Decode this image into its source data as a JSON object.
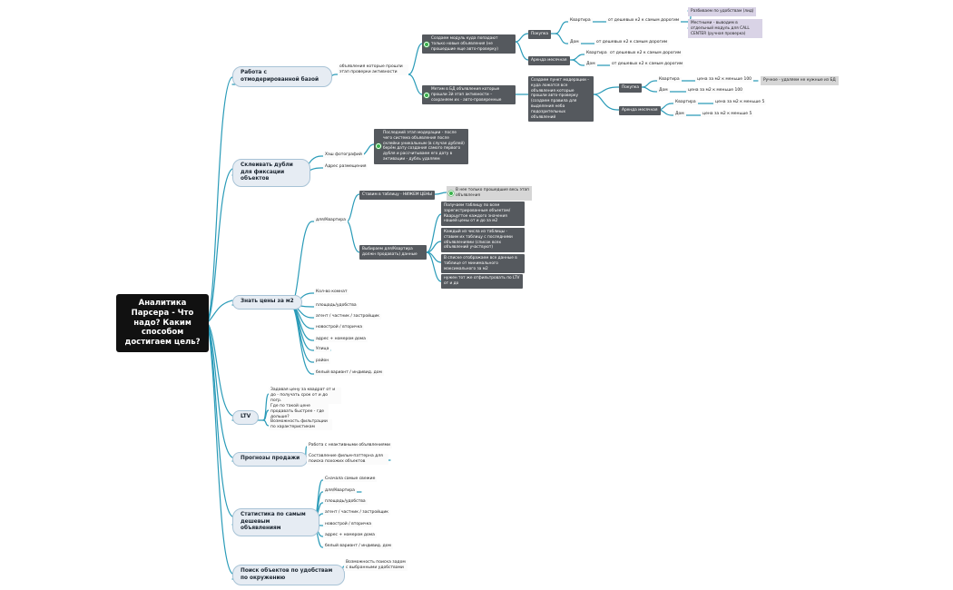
{
  "root": "Аналитика Парсера - Что надо? Каким способом достигаем цель?",
  "branches": {
    "b1": {
      "label": "Работа с отмодерированной базой",
      "note": "объявления которые прошли этап проверки активности",
      "n1": "Создаем модуль куда попадают только новые объявления (не прошедшие еще авто-проверку)",
      "pokupka": "Покупка",
      "kv1": "Квартира",
      "kv1_text": "от дешевых к2 к самым дорогим",
      "razbiv": "Разбиваем по удобствам (лид)",
      "mest": "Местными - выводим в отдельный модуль для CALL CENTER (ручная проверка)",
      "dom1": "Дом",
      "dom1_text": "от дешевых к2 к самым дорогим",
      "arenda1": "Аренда месячная",
      "kv2": "Квартира",
      "kv2_text": "от дешевых к2 к самым дорогим",
      "dom2": "Дом",
      "dom2_text": "от дешевых к2 к самым дорогим",
      "n2": "Метим в БД объявления которые прошли 3й этап активности – сохраняем их - авто-проверенные",
      "n3": "Создаем пункт модерации – куда ложатся все объявления которые прошли авто-проверку (создаем правила для выделения неба подозрительных объявлений",
      "pokupka2": "Покупка",
      "kv3": "Квартира",
      "kv3_text": "цена за м2 к меньше 100",
      "ruchno": "Ручное - удаляем не нужные из БД",
      "dom3": "Дом",
      "dom3_text": "цена за м2 к меньше 100",
      "arenda2": "Аренда месячная",
      "kv4": "Квартира",
      "kv4_text": "цена за м2 к меньше 5",
      "dom4": "Дом",
      "dom4_text": "цена за м2 к меньше 5"
    },
    "b2": {
      "label": "Склеивать дубли для фиксации объектов",
      "foto": "Хэш фотографий",
      "adres": "Адрес размещения",
      "note": "Последний этап модерации - после чего система объявления после склейки уникальным (в случае дублей) берём дату создания самого первого дубля и рассчитываем его дату в активации - дубль удаляем"
    },
    "b3": {
      "label": "Знать цены за м2",
      "db": "для/Квартира",
      "stavim": "Ставим в таблицу - НИЖЕМ ЦЕНЫ",
      "stavim_note": "В нее только прошедшие весь этап объявления",
      "vybiraem": "Выбираем для/Квартира должн продавать)  данные",
      "g1": "Получаем таблицу по всем зарегистрированным объектам/Кварцугтое каждого значения нашей цены от и до за м2",
      "g2": "Каждый из числа из таблицы - ставим их таблицу с последними объявлениями (список всех объявлений участвуют)",
      "g3": "В списке отображаем все данные в таблице от минимального максимального за м2",
      "g4": "нужен тот же отфильтровать по LTV от и до",
      "list": [
        "Кол-во комнат",
        "площадь/удобства",
        "агент / частник / застройщик",
        "новострой / вторичка",
        "адрес + номером дома",
        "Улица",
        "район",
        "белый вариант / индивид. дом"
      ]
    },
    "b4": {
      "label": "LTV",
      "l1": "Задавая цену за квадрат от и до - получать срок от и до погр.",
      "l2": "Где по такой цене продавать быстрее - где дольше?",
      "l3": "Возможность фильтрации по характеристикам"
    },
    "b5": {
      "label": "Прогнозы продажи",
      "p1": "Работа с  неактивными объявлениями",
      "p2": "Составление фильм-паттерна для поиска похожих объектов"
    },
    "b6": {
      "label": "Статистика по самым дешевым объявлениям",
      "list": [
        "Сначала самые свежие",
        "для/Квартира",
        "площадь/удобства",
        "агент / частник / застройщик",
        "новострой / вторичка",
        "адрес + номером дома",
        "белый вариант / индивид. дом"
      ]
    },
    "b7": {
      "label": "Поиск объектов по удобствам по окружению",
      "note": "Возможность поиска задом с выбранными удобствами"
    }
  },
  "colors": {
    "line": "#2a9bb8",
    "root_bg": "#111111",
    "branch_bg": "#e6ecf3",
    "dark_note": "#55595e",
    "purple_note": "#d9d3e6",
    "gray_note": "#d6d6d6",
    "check": "#38b24a"
  },
  "icons": [
    "check-icon"
  ]
}
